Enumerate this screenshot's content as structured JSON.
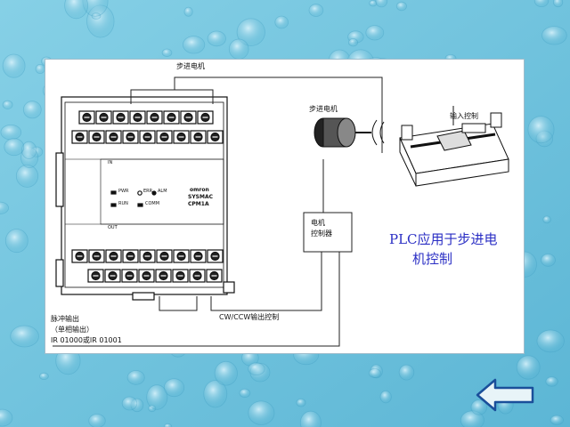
{
  "labels": {
    "top_motor": "步进电机",
    "motor": "步进电机",
    "input_control": "输入控制",
    "controller_line1": "电机",
    "controller_line2": "控制器",
    "cw_ccw": "CW/CCW输出控制",
    "pulse_line1": "脉冲输出",
    "pulse_line2": "（单相输出）",
    "pulse_line3": "IR 01000或IR 01001",
    "omron": "omron",
    "sysmac": "SYSMAC",
    "model": "CPM1A",
    "pwr": "PWR",
    "err": "ERR",
    "alm": "ALM",
    "run": "RUN",
    "comm": "COMM",
    "in": "IN",
    "out": "OUT"
  },
  "title": {
    "line1": "PLC应用于步进电",
    "line2": "机控制"
  },
  "colors": {
    "background": "#6fc3df",
    "title": "#2a2ec4",
    "arrow_fill": "#e8f4f8",
    "arrow_stroke": "#1a4f9a"
  },
  "icons": {
    "back": "left-arrow-icon"
  }
}
